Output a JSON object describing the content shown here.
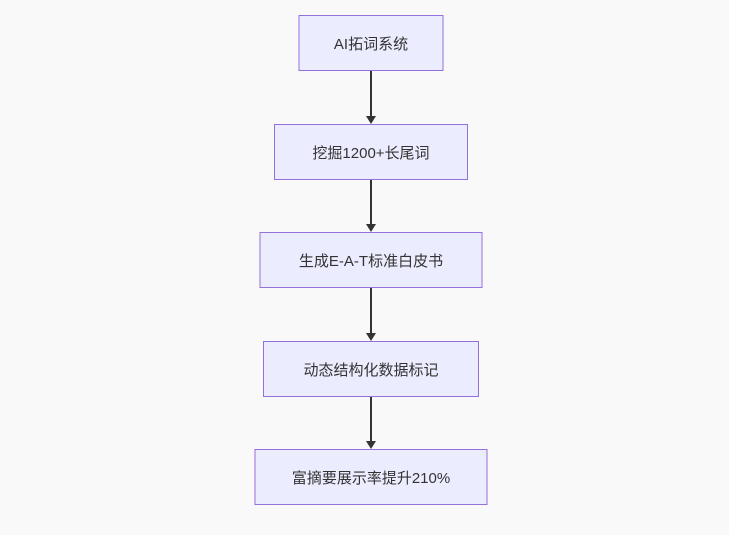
{
  "diagram": {
    "type": "flowchart",
    "direction": "top-down",
    "colors": {
      "background": "#f9f9f9",
      "node_fill": "#ececff",
      "node_border": "#9370db",
      "edge": "#333333",
      "text": "#333333"
    },
    "nodes": [
      {
        "label": "AI拓词系统"
      },
      {
        "label": "挖掘1200+长尾词"
      },
      {
        "label": "生成E-A-T标准白皮书"
      },
      {
        "label": "动态结构化数据标记"
      },
      {
        "label": "富摘要展示率提升210%"
      }
    ],
    "edges": [
      {
        "from": 0,
        "to": 1
      },
      {
        "from": 1,
        "to": 2
      },
      {
        "from": 2,
        "to": 3
      },
      {
        "from": 3,
        "to": 4
      }
    ]
  }
}
